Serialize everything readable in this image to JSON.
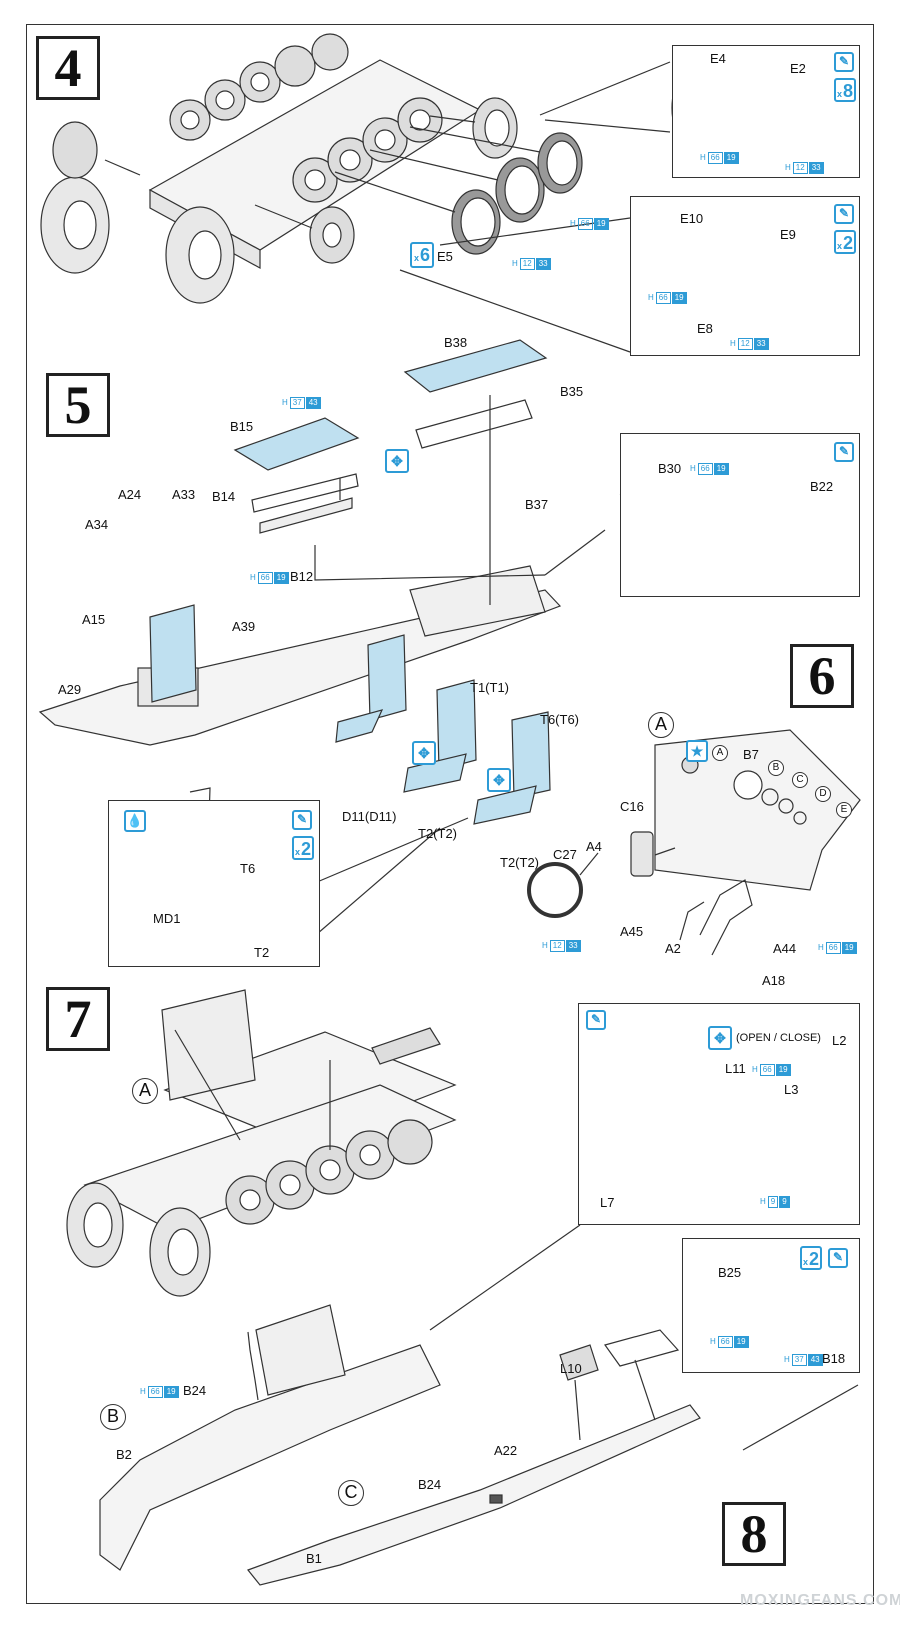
{
  "steps": [
    "4",
    "5",
    "6",
    "7",
    "8"
  ],
  "step4": {
    "inset_wheel": {
      "parts": [
        "E4",
        "E2"
      ],
      "paint1": {
        "h": "H",
        "a": "66",
        "b": "19"
      },
      "paint2": {
        "h": "H",
        "a": "12",
        "b": "33"
      },
      "count": "8"
    },
    "inset_sprocket": {
      "parts": [
        "E10",
        "E9",
        "E8"
      ],
      "paint1": {
        "h": "H",
        "a": "66",
        "b": "19"
      },
      "paint2": {
        "h": "H",
        "a": "12",
        "b": "33"
      },
      "count": "2"
    },
    "main": {
      "part": "E5",
      "count": "6",
      "paint1": {
        "h": "H",
        "a": "66",
        "b": "19"
      },
      "paint2": {
        "h": "H",
        "a": "12",
        "b": "33"
      }
    }
  },
  "step5": {
    "labels": [
      "B38",
      "B35",
      "B37",
      "B15",
      "B14",
      "B12",
      "A24",
      "A33",
      "A34",
      "A15",
      "A39",
      "A29",
      "T1(T1)",
      "T6(T6)",
      "D11(D11)",
      "T2(T2)",
      "T2(T2)"
    ],
    "paint_b15": {
      "h": "H",
      "a": "37",
      "b": "43"
    },
    "paint_b12": {
      "h": "H",
      "a": "66",
      "b": "19"
    },
    "inset_box": {
      "parts": [
        "B30",
        "B22"
      ],
      "paint": {
        "h": "H",
        "a": "66",
        "b": "19"
      }
    },
    "inset_seat": {
      "parts": [
        "T6",
        "MD1",
        "T2"
      ],
      "count": "2"
    }
  },
  "step6": {
    "circle": "A",
    "gauges": [
      "A",
      "B",
      "C",
      "D",
      "E"
    ],
    "labels": [
      "B7",
      "C16",
      "A4",
      "C27",
      "A45",
      "A2",
      "A44",
      "A18"
    ],
    "paint_c27": {
      "h": "H",
      "a": "12",
      "b": "33"
    },
    "paint_panel": {
      "h": "H",
      "a": "66",
      "b": "19"
    }
  },
  "step7": {
    "circle": "A",
    "inset_doors": {
      "note": "(OPEN / CLOSE)",
      "parts": [
        "L11",
        "L2",
        "L3",
        "L7"
      ],
      "paint_l11": {
        "h": "H",
        "a": "66",
        "b": "19"
      },
      "paint_l3": {
        "h": "H",
        "a": "9",
        "b": "9"
      }
    },
    "inset_fender": {
      "parts": [
        "B25",
        "B18"
      ],
      "count": "2",
      "paint_b25": {
        "h": "H",
        "a": "66",
        "b": "19"
      },
      "paint_b18": {
        "h": "H",
        "a": "37",
        "b": "43"
      }
    },
    "labels_b": [
      "B",
      "B24",
      "B2"
    ],
    "labels_c": [
      "C",
      "L10",
      "A22",
      "B24",
      "B1"
    ],
    "paint_b24": {
      "h": "H",
      "a": "66",
      "b": "19"
    }
  },
  "watermark": "MOXINGFANS.COM",
  "colors": {
    "accent": "#2d9bd6",
    "clear_part": "#bfe0f0",
    "line": "#333333"
  }
}
